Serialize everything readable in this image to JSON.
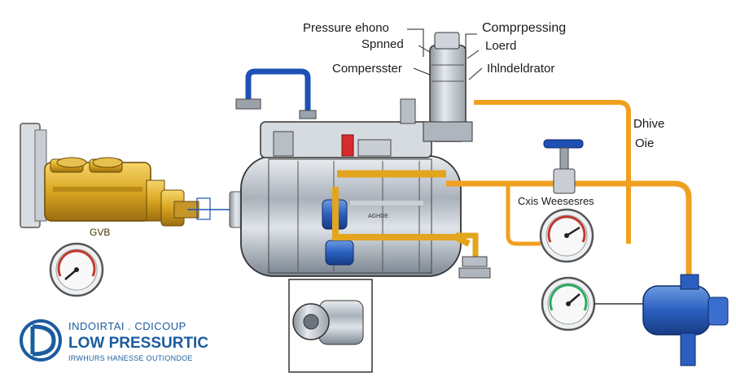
{
  "labels": {
    "pressure": "Pressure ehono",
    "spnned": "Spnned",
    "compersster": "Compersster",
    "compressing": "Comprpessing",
    "loerd": "Loerd",
    "indicator": "Ihlndeldrator",
    "drive": "Dhive",
    "ohe": "Oie",
    "gauge_label": "Cxis Weesesres"
  },
  "logo": {
    "line1": "INDOIRTAI . CDICOUP",
    "line2": "LOW PRESSURTIC",
    "line3": "IRWHURS HANESSE OUTIONDOE"
  },
  "colors": {
    "brass": "#d9a520",
    "pipe_orange": "#f0a020",
    "pipe_blue": "#1e50b4",
    "steel": "#b9c0c8",
    "logo_blue": "#1b5c9e"
  }
}
